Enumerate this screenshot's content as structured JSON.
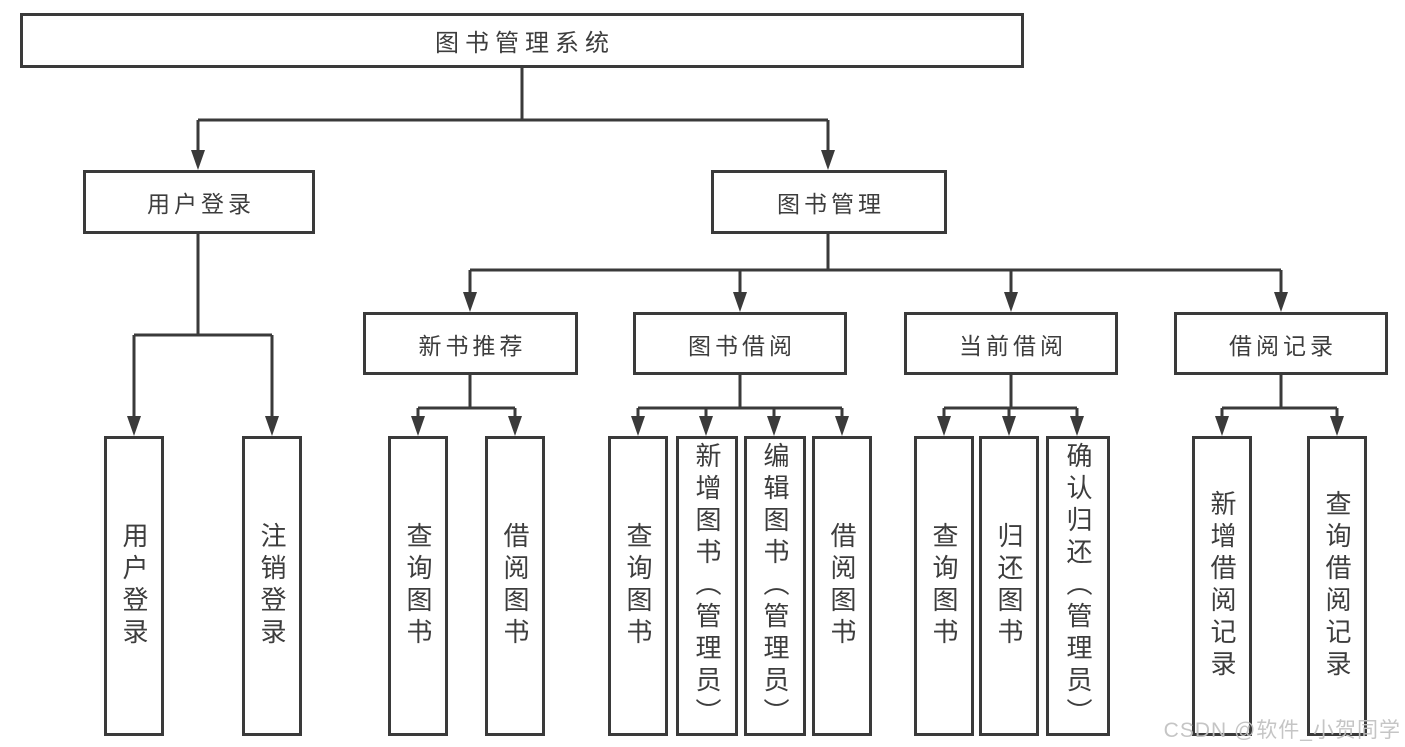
{
  "root": {
    "label": "图书管理系统"
  },
  "branches": [
    {
      "label": "用户登录",
      "children": [
        {
          "label": "用户登录"
        },
        {
          "label": "注销登录"
        }
      ]
    },
    {
      "label": "图书管理",
      "sections": [
        {
          "label": "新书推荐",
          "children": [
            {
              "label": "查询图书"
            },
            {
              "label": "借阅图书"
            }
          ]
        },
        {
          "label": "图书借阅",
          "children": [
            {
              "label": "查询图书"
            },
            {
              "label": "新增图书（管理员）"
            },
            {
              "label": "编辑图书（管理员）"
            },
            {
              "label": "借阅图书"
            }
          ]
        },
        {
          "label": "当前借阅",
          "children": [
            {
              "label": "查询图书"
            },
            {
              "label": "归还图书"
            },
            {
              "label": "确认归还（管理员）"
            }
          ]
        },
        {
          "label": "借阅记录",
          "children": [
            {
              "label": "新增借阅记录"
            },
            {
              "label": "查询借阅记录"
            }
          ]
        }
      ]
    }
  ],
  "watermark": {
    "text": "CSDN @软件_小贺同学"
  },
  "colors": {
    "line": "#3a3a3a",
    "text": "#3d3d3d",
    "background": "#ffffff",
    "watermark": "#c2c2c2"
  }
}
